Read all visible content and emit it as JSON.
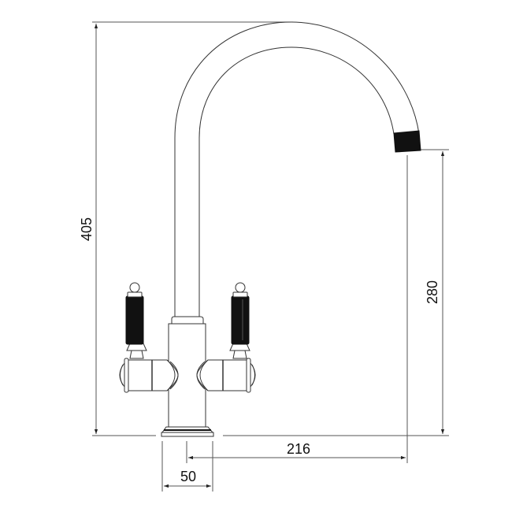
{
  "drawing": {
    "subject": "twin-lever kitchen mixer tap technical drawing",
    "units": "mm",
    "colors": {
      "line": "#333333",
      "dim_line": "#555555",
      "fill_dark": "#111111",
      "background": "#ffffff"
    }
  },
  "dimensions": {
    "overall_height": {
      "value": "405",
      "orientation": "vertical"
    },
    "spout_height": {
      "value": "280",
      "orientation": "vertical"
    },
    "spout_reach": {
      "value": "216",
      "orientation": "horizontal"
    },
    "base_diameter": {
      "value": "50",
      "orientation": "horizontal"
    }
  }
}
